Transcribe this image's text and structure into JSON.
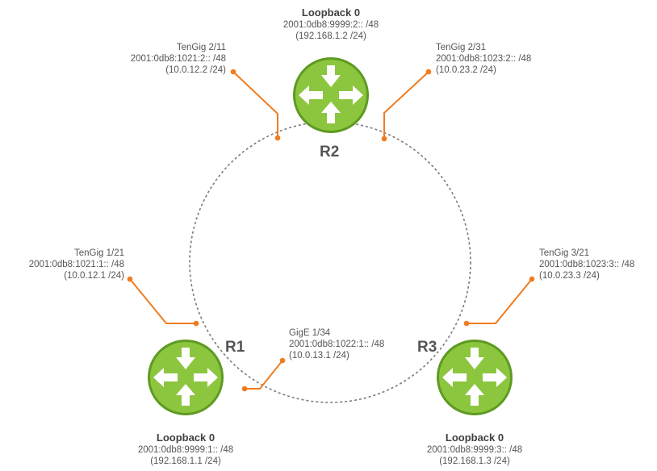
{
  "colors": {
    "router_fill": "#8cc63f",
    "router_stroke": "#5e9a22",
    "link": "#f07c1f",
    "ring": "#7a7a7a",
    "text": "#555555"
  },
  "routers": {
    "r1": {
      "name": "R1",
      "icon": "router-icon",
      "loopback": {
        "title": "Loopback 0",
        "ipv6": "2001:0db8:9999:1:: /48",
        "ipv4": "(192.168.1.1 /24)"
      }
    },
    "r2": {
      "name": "R2",
      "icon": "router-icon",
      "loopback": {
        "title": "Loopback 0",
        "ipv6": "2001:0db8:9999:2:: /48",
        "ipv4": "(192.168.1.2 /24)"
      }
    },
    "r3": {
      "name": "R3",
      "icon": "router-icon",
      "loopback": {
        "title": "Loopback 0",
        "ipv6": "2001:0db8:9999:3:: /48",
        "ipv4": "(192.168.1.3 /24)"
      }
    }
  },
  "interfaces": {
    "r2_tengig_2_11": {
      "name": "TenGig 2/11",
      "ipv6": "2001:0db8:1021:2:: /48",
      "ipv4": "(10.0.12.2 /24)"
    },
    "r2_tengig_2_31": {
      "name": "TenGig 2/31",
      "ipv6": "2001:0db8:1023:2:: /48",
      "ipv4": "(10.0.23.2 /24)"
    },
    "r1_tengig_1_21": {
      "name": "TenGig 1/21",
      "ipv6": "2001:0db8:1021:1:: /48",
      "ipv4": "(10.0.12.1 /24)"
    },
    "r3_tengig_3_21": {
      "name": "TenGig 3/21",
      "ipv6": "2001:0db8:1023:3:: /48",
      "ipv4": "(10.0.23.3 /24)"
    },
    "r1_gige_1_34": {
      "name": "GigE 1/34",
      "ipv6": "2001:0db8:1022:1:: /48",
      "ipv4": "(10.0.13.1 /24)"
    }
  }
}
